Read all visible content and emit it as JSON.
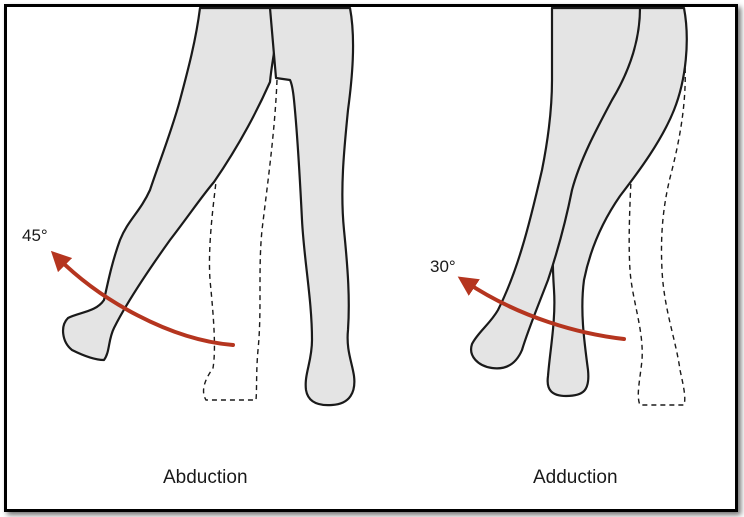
{
  "left_panel": {
    "angle": "45°",
    "caption": "Abduction"
  },
  "right_panel": {
    "angle": "30°",
    "caption": "Adduction"
  },
  "colors": {
    "leg_fill": "#e4e4e4",
    "outline": "#1a1a1a",
    "arrow": "#b5351f"
  }
}
